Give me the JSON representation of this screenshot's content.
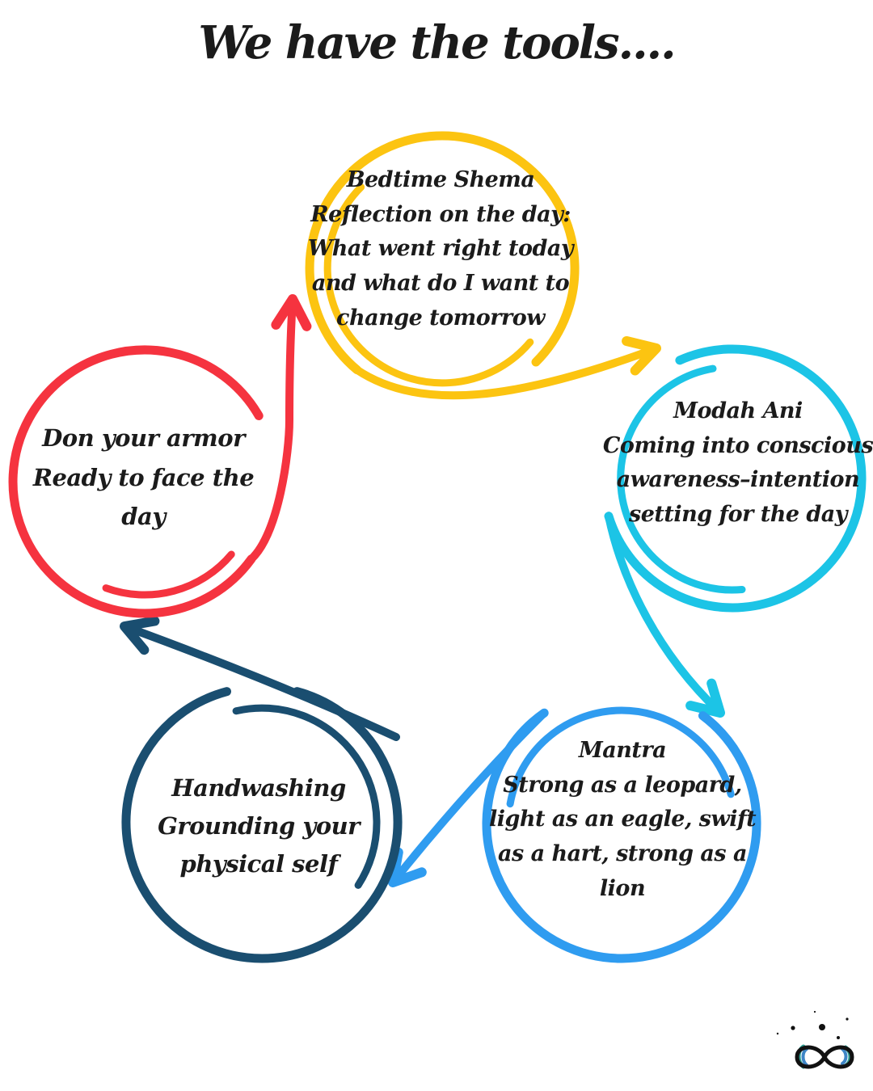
{
  "title": "We have the tools....",
  "colors": {
    "ink": "#1b1b1b",
    "yellow": "#fcc411",
    "cyan": "#1cc4e6",
    "blue": "#2f9cf0",
    "navy": "#1a4e70",
    "red": "#f5333f",
    "logo_ink": "#111111",
    "logo_teal": "#2c9c91",
    "logo_blue": "#3d85c6"
  },
  "circles": [
    {
      "name": "bedtime-shema",
      "color": "#fcc411",
      "text": "Bedtime Shema\nReflection on the day:\nWhat went right today\nand what do I want to\nchange tomorrow"
    },
    {
      "name": "modah-ani",
      "color": "#1cc4e6",
      "text": "Modah Ani\nComing into conscious\nawareness–intention\nsetting for the day"
    },
    {
      "name": "mantra",
      "color": "#2f9cf0",
      "text": "Mantra\nStrong as a leopard,\nlight as an eagle, swift\nas a hart, strong as a\nlion"
    },
    {
      "name": "handwashing",
      "color": "#1a4e70",
      "text": "Handwashing\nGrounding your\nphysical self"
    },
    {
      "name": "don-your-armor",
      "color": "#f5333f",
      "text": "Don your armor\nReady to face the\nday"
    }
  ]
}
